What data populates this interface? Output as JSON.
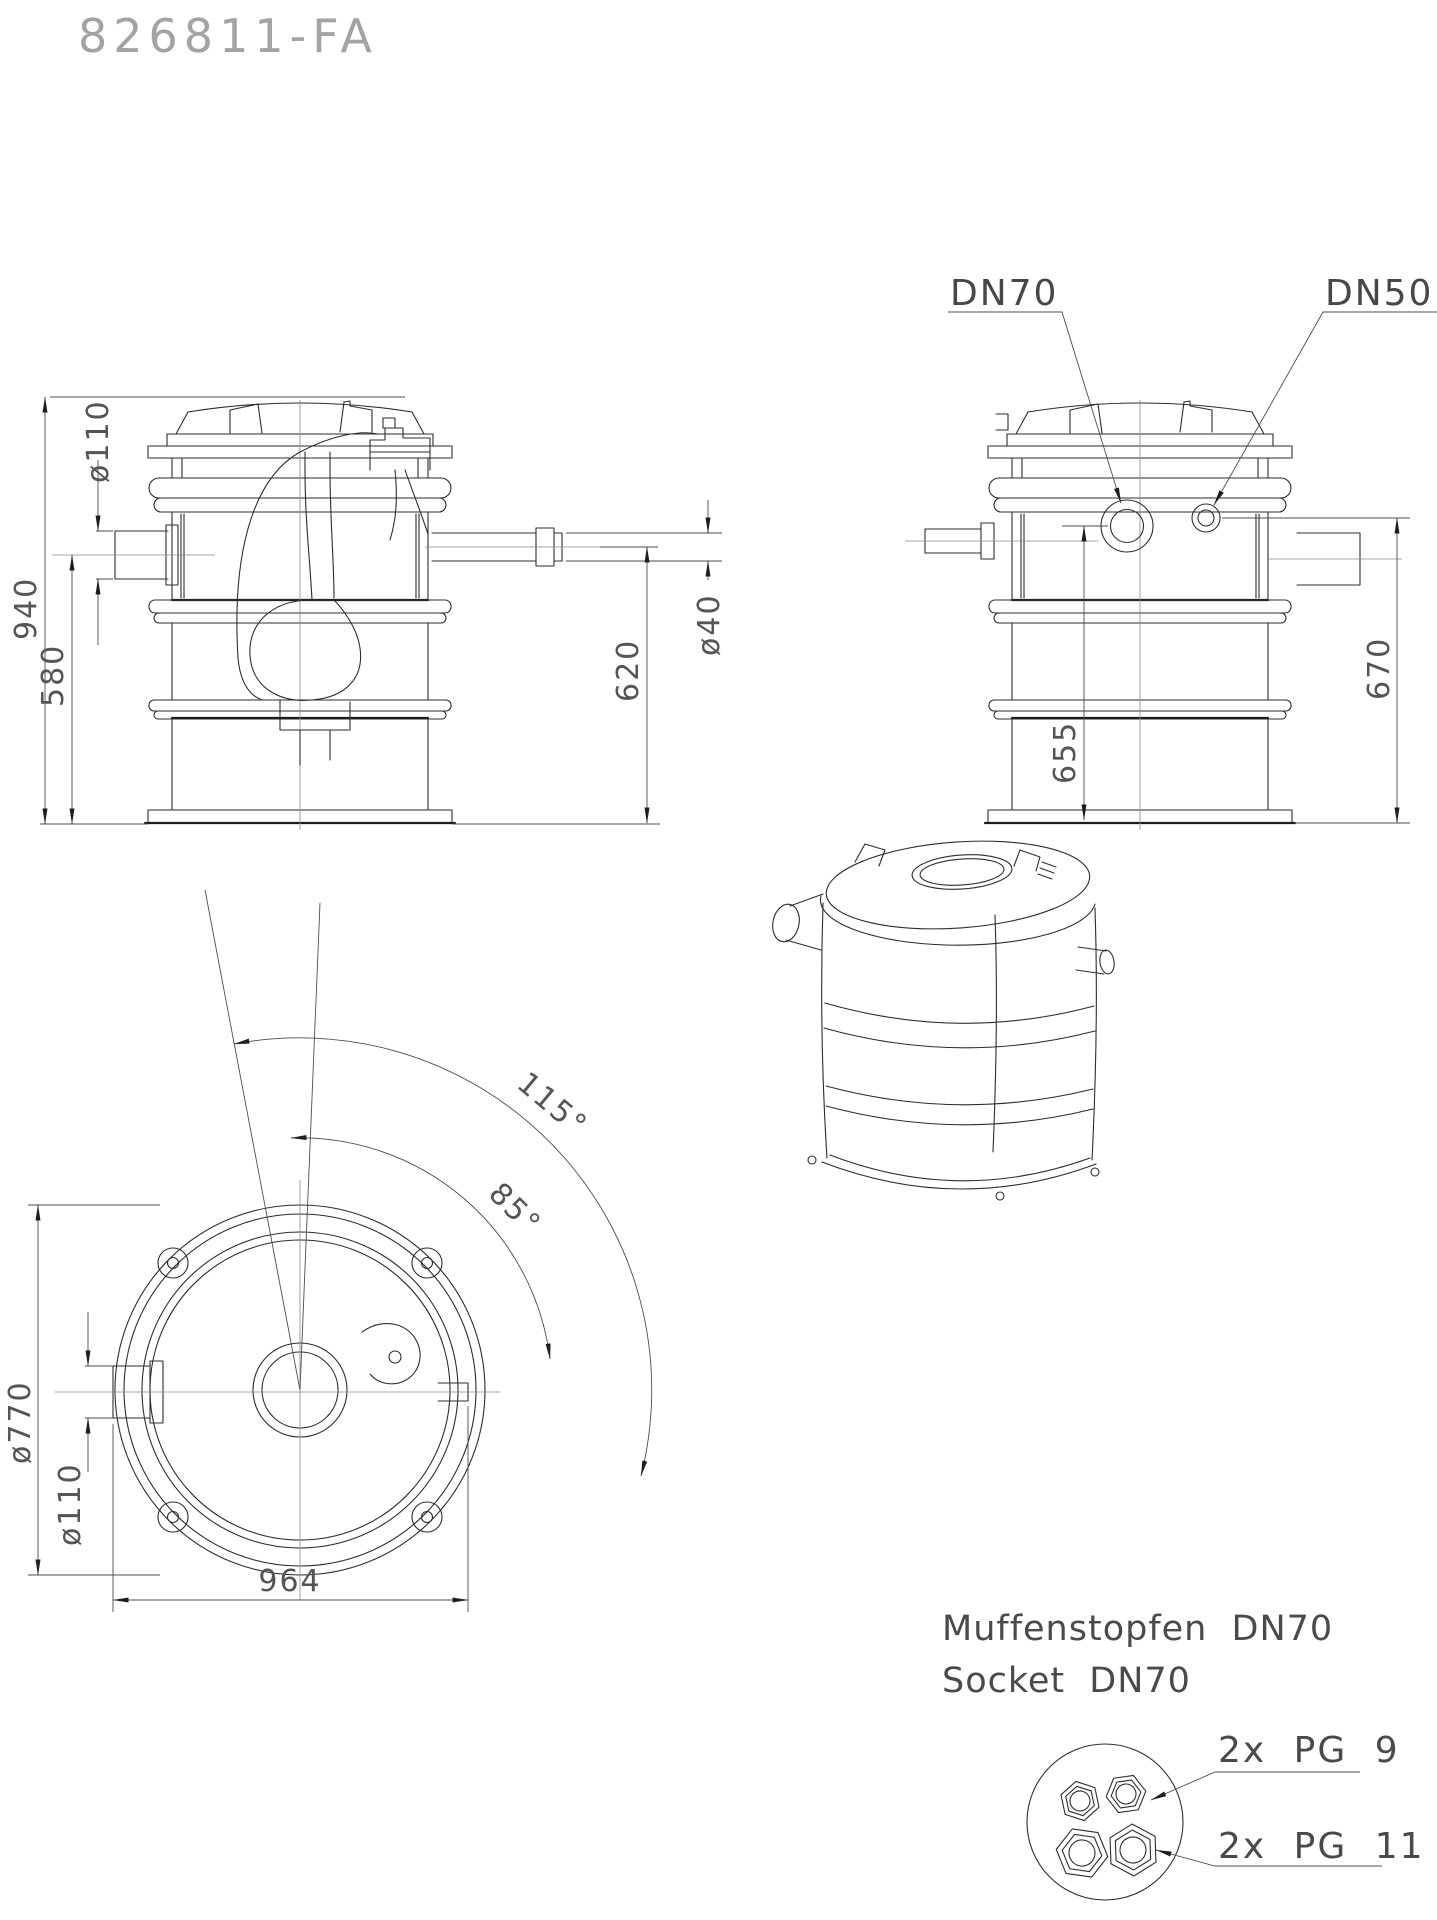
{
  "title": "826811-FA",
  "front_view": {
    "dim_total_height": "940",
    "dim_inlet_height": "580",
    "dim_inlet_diameter": "ø110",
    "dim_outlet_height": "620",
    "dim_outlet_diameter": "ø40"
  },
  "side_view": {
    "label_dn70": "DN70",
    "label_dn50": "DN50",
    "dim_dn70_height": "655",
    "dim_dn50_height": "670"
  },
  "plan_view": {
    "dim_angle_outer": "115°",
    "dim_angle_inner": "85°",
    "dim_body_diameter": "ø770",
    "dim_inlet_diameter": "ø110",
    "dim_overall_width": "964"
  },
  "iso_view": {
    "caption_line1": "Muffenstopfen DN70",
    "caption_line2": "Socket DN70"
  },
  "detail_view": {
    "label_small_glands": "2x PG 9",
    "label_large_glands": "2x PG 11"
  }
}
